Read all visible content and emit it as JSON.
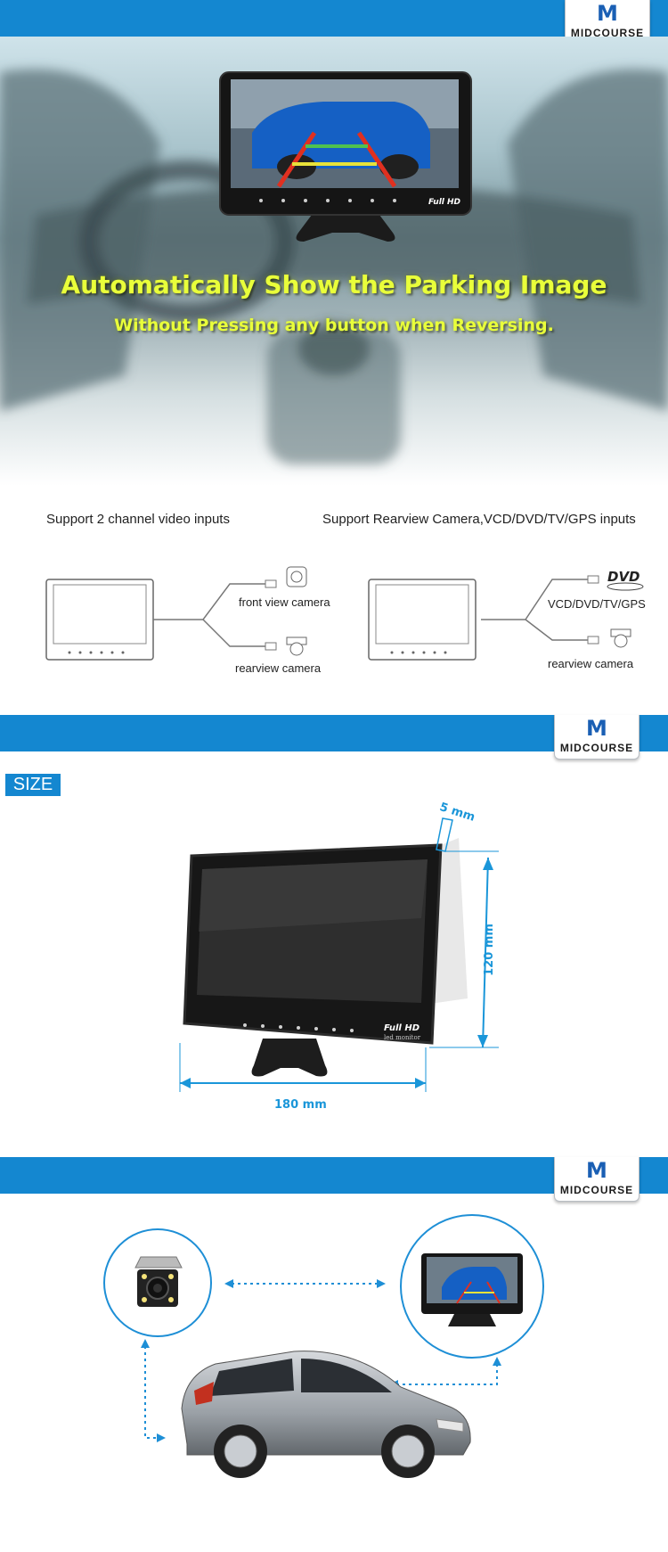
{
  "brand": {
    "logo_letter": "M",
    "logo_text": "MIDCOURSE"
  },
  "hero": {
    "headline": "Automatically Show the Parking Image",
    "subheadline": "Without Pressing any button when Reversing.",
    "screen_badge": "Full HD"
  },
  "inputs": {
    "left_title": "Support 2 channel video inputs",
    "right_title": "Support Rearview Camera,VCD/DVD/TV/GPS inputs",
    "left_labels": {
      "front": "front view camera",
      "rear": "rearview camera"
    },
    "right_labels": {
      "dvd": "VCD/DVD/TV/GPS",
      "rear": "rearview camera",
      "dvd_logo": "DVD"
    }
  },
  "size": {
    "tag": "SIZE",
    "depth": "5 mm",
    "height": "120 mm",
    "width": "180 mm",
    "badge": "Full HD",
    "badge_sub": "led monitor"
  },
  "colors": {
    "accent": "#1487d0",
    "headline": "#e9ff3a",
    "dimension": "#1a96d9"
  },
  "icons": [
    "monitor-icon",
    "camera-icon",
    "dvd-icon",
    "car-icon",
    "arrow-icon"
  ]
}
